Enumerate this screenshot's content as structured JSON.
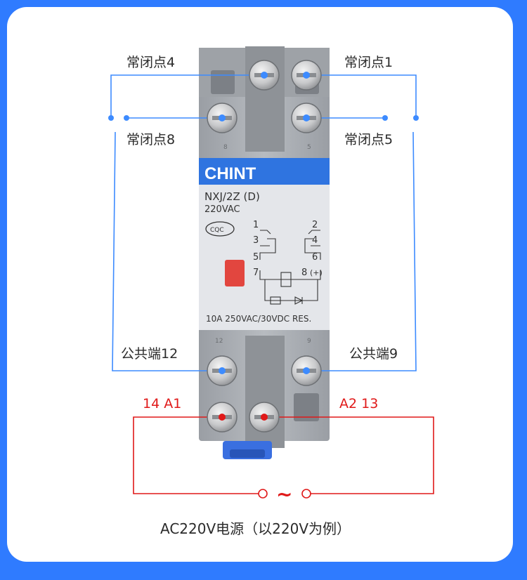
{
  "labels": {
    "nc4": "常闭点4",
    "nc1": "常闭点1",
    "nc8": "常闭点8",
    "nc5": "常闭点5",
    "com12": "公共端12",
    "com9": "公共端9",
    "a1": "14 A1",
    "a2": "A2  13"
  },
  "device": {
    "brand": "CHINT",
    "model": "NXJ/2Z (D)",
    "voltage": "220VAC",
    "cert": "CQC",
    "rating": "10A 250VAC/30VDC RES.",
    "pins": [
      "1",
      "2",
      "3",
      "4",
      "5",
      "6",
      "7",
      "8",
      "(+)"
    ],
    "terminal_marks": [
      "8",
      "5",
      "12",
      "9"
    ]
  },
  "supply": {
    "symbol": "~",
    "caption": "AC220V电源（以220V为例）"
  },
  "colors": {
    "background": "#2f7bff",
    "nc_wire": "#3d8bff",
    "coil_wire": "#e01919",
    "body_grey": "#a9adb3",
    "label_panel": "#e4e6ea",
    "brand_strip": "#2f74e0"
  }
}
